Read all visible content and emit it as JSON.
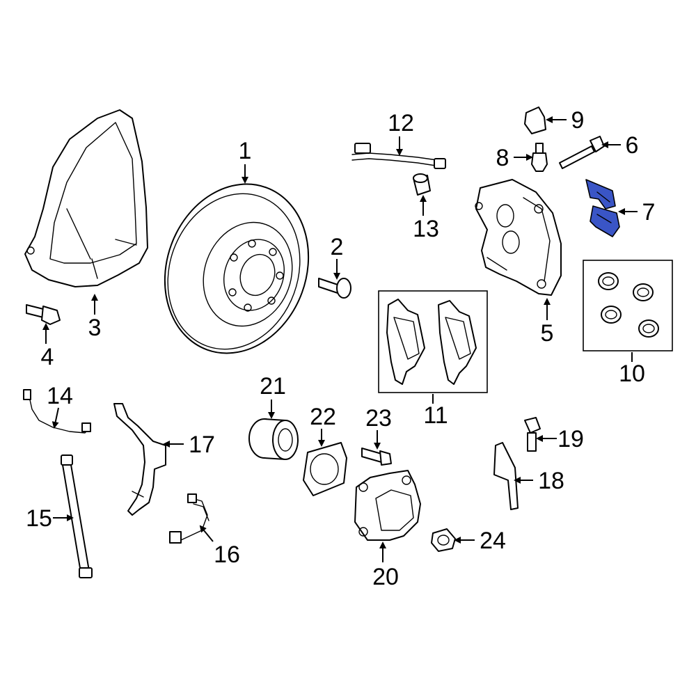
{
  "callouts": [
    {
      "id": "c1",
      "label": "1"
    },
    {
      "id": "c2",
      "label": "2"
    },
    {
      "id": "c3",
      "label": "3"
    },
    {
      "id": "c4",
      "label": "4"
    },
    {
      "id": "c5",
      "label": "5"
    },
    {
      "id": "c6",
      "label": "6"
    },
    {
      "id": "c7",
      "label": "7"
    },
    {
      "id": "c8",
      "label": "8"
    },
    {
      "id": "c9",
      "label": "9"
    },
    {
      "id": "c10",
      "label": "10"
    },
    {
      "id": "c11",
      "label": "11"
    },
    {
      "id": "c12",
      "label": "12"
    },
    {
      "id": "c13",
      "label": "13"
    },
    {
      "id": "c14",
      "label": "14"
    },
    {
      "id": "c15",
      "label": "15"
    },
    {
      "id": "c16",
      "label": "16"
    },
    {
      "id": "c17",
      "label": "17"
    },
    {
      "id": "c18",
      "label": "18"
    },
    {
      "id": "c19",
      "label": "19"
    },
    {
      "id": "c20",
      "label": "20"
    },
    {
      "id": "c21",
      "label": "21"
    },
    {
      "id": "c22",
      "label": "22"
    },
    {
      "id": "c23",
      "label": "23"
    },
    {
      "id": "c24",
      "label": "24"
    }
  ],
  "highlighted_part": "7",
  "colors": {
    "highlight": "#3a55c6",
    "line": "#000000",
    "background": "#ffffff"
  }
}
